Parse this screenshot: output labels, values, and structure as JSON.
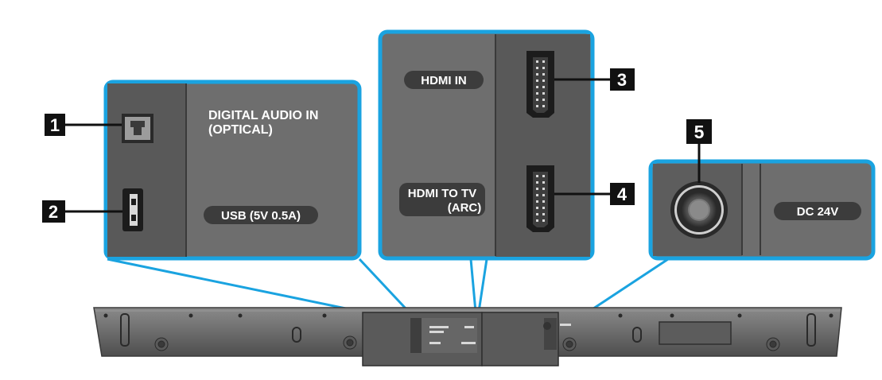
{
  "callouts": [
    {
      "number": "1",
      "label": "DIGITAL AUDIO IN (OPTICAL)"
    },
    {
      "number": "2",
      "label": "USB (5V 0.5A)"
    },
    {
      "number": "3",
      "label": "HDMI IN"
    },
    {
      "number": "4",
      "label": "HDMI TO TV (ARC)"
    },
    {
      "number": "5",
      "label": "DC 24V"
    }
  ],
  "panel_labels": {
    "digital_audio_line1": "DIGITAL AUDIO IN",
    "digital_audio_line2": "(OPTICAL)",
    "usb": "USB (5V 0.5A)",
    "hdmi_in": "HDMI IN",
    "hdmi_tv_line1": "HDMI TO TV",
    "hdmi_tv_line2": "(ARC)",
    "dc": "DC 24V"
  },
  "colors": {
    "callout_outline": "#1aa3e0",
    "panel_dark": "#5a5a5a",
    "panel_light": "#6e6e6e",
    "pill": "#3c3c3c",
    "number_tag": "#111111"
  }
}
